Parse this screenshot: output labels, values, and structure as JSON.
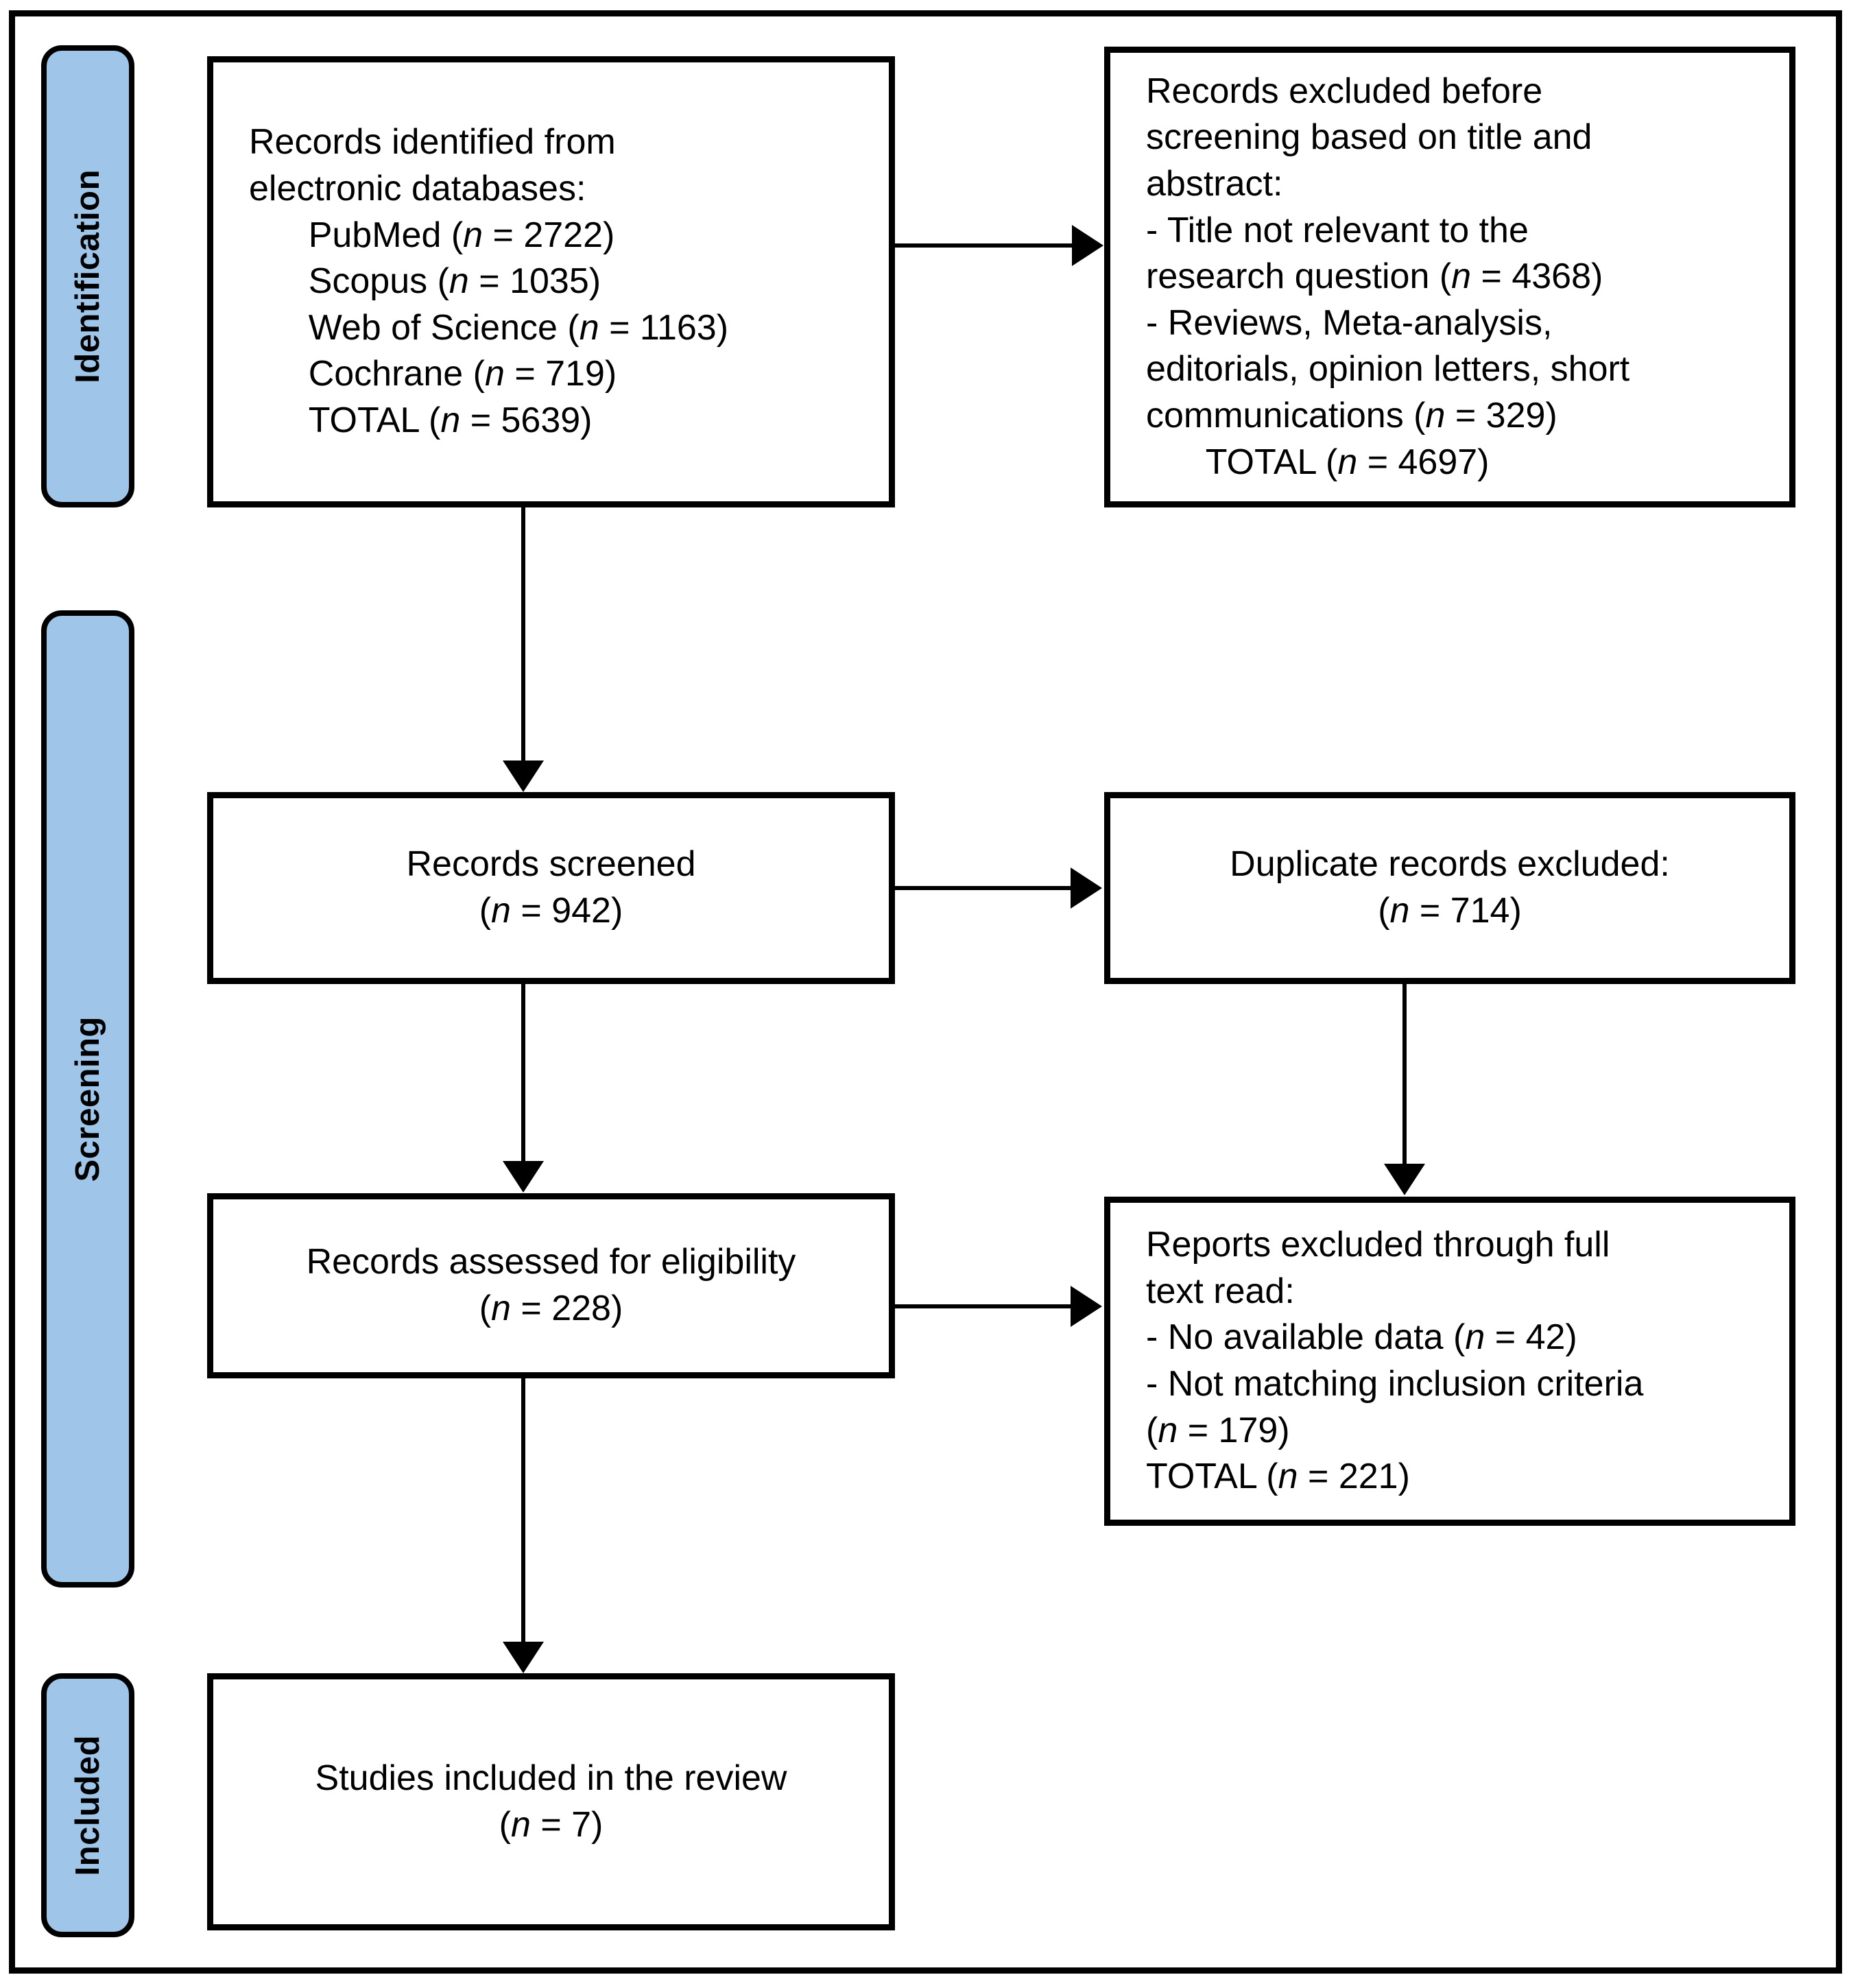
{
  "diagram": {
    "title": "PRISMA flow diagram",
    "accent_color": "#9FC5E8",
    "border_color": "#000000",
    "background_color": "#FFFFFF"
  },
  "stages": [
    {
      "id": "identification",
      "label": "Identification"
    },
    {
      "id": "screening",
      "label": "Screening"
    },
    {
      "id": "included",
      "label": "Included"
    }
  ],
  "boxes": {
    "identified": {
      "text": "Records identified from\nelectronic databases:\n      PubMed (n = 2722)\n      Scopus (n = 1035)\n      Web of Science (n = 1163)\n      Cochrane (n = 719)\n      TOTAL (n = 5639)"
    },
    "excluded_before_screening": {
      "text": "Records excluded before\nscreening based on title and\nabstract:\n- Title not relevant to the\nresearch question (n = 4368)\n- Reviews, Meta-analysis,\neditorials, opinion letters, short\ncommunications (n = 329)\n      TOTAL (n = 4697)"
    },
    "records_screened": {
      "text": "Records screened\n(n = 942)"
    },
    "duplicates_excluded": {
      "text": "Duplicate records excluded:\n(n = 714)"
    },
    "assessed_eligibility": {
      "text": "Records assessed for eligibility\n(n = 228)"
    },
    "excluded_full_text": {
      "text": "Reports excluded through full\ntext read:\n- No available data (n = 42)\n- Not matching inclusion criteria\n(n = 179)\nTOTAL (n = 221)"
    },
    "studies_included": {
      "text": "Studies included in the review\n(n = 7)"
    }
  },
  "chart_data": {
    "type": "diagram",
    "title": "PRISMA flow diagram",
    "nodes": [
      {
        "id": "identified",
        "stage": "Identification",
        "label": "Records identified from electronic databases",
        "total": 5639,
        "sources": [
          {
            "name": "PubMed",
            "n": 2722
          },
          {
            "name": "Scopus",
            "n": 1035
          },
          {
            "name": "Web of Science",
            "n": 1163
          },
          {
            "name": "Cochrane",
            "n": 719
          }
        ]
      },
      {
        "id": "excluded_before_screening",
        "stage": "Identification",
        "label": "Records excluded before screening based on title and abstract",
        "total": 4697,
        "reasons": [
          {
            "name": "Title not relevant to the research question",
            "n": 4368
          },
          {
            "name": "Reviews, Meta-analysis, editorials, opinion letters, short communications",
            "n": 329
          }
        ]
      },
      {
        "id": "records_screened",
        "stage": "Screening",
        "label": "Records screened",
        "n": 942
      },
      {
        "id": "duplicates_excluded",
        "stage": "Screening",
        "label": "Duplicate records excluded",
        "n": 714
      },
      {
        "id": "assessed_eligibility",
        "stage": "Screening",
        "label": "Records assessed for eligibility",
        "n": 228
      },
      {
        "id": "excluded_full_text",
        "stage": "Screening",
        "label": "Reports excluded through full text read",
        "total": 221,
        "reasons": [
          {
            "name": "No available data",
            "n": 42
          },
          {
            "name": "Not matching inclusion criteria",
            "n": 179
          }
        ]
      },
      {
        "id": "studies_included",
        "stage": "Included",
        "label": "Studies included in the review",
        "n": 7
      }
    ],
    "edges": [
      {
        "from": "identified",
        "to": "excluded_before_screening",
        "direction": "right"
      },
      {
        "from": "identified",
        "to": "records_screened",
        "direction": "down"
      },
      {
        "from": "records_screened",
        "to": "duplicates_excluded",
        "direction": "right"
      },
      {
        "from": "records_screened",
        "to": "assessed_eligibility",
        "direction": "down"
      },
      {
        "from": "duplicates_excluded",
        "to": "excluded_full_text",
        "direction": "down"
      },
      {
        "from": "assessed_eligibility",
        "to": "excluded_full_text",
        "direction": "right"
      },
      {
        "from": "assessed_eligibility",
        "to": "studies_included",
        "direction": "down"
      }
    ]
  }
}
